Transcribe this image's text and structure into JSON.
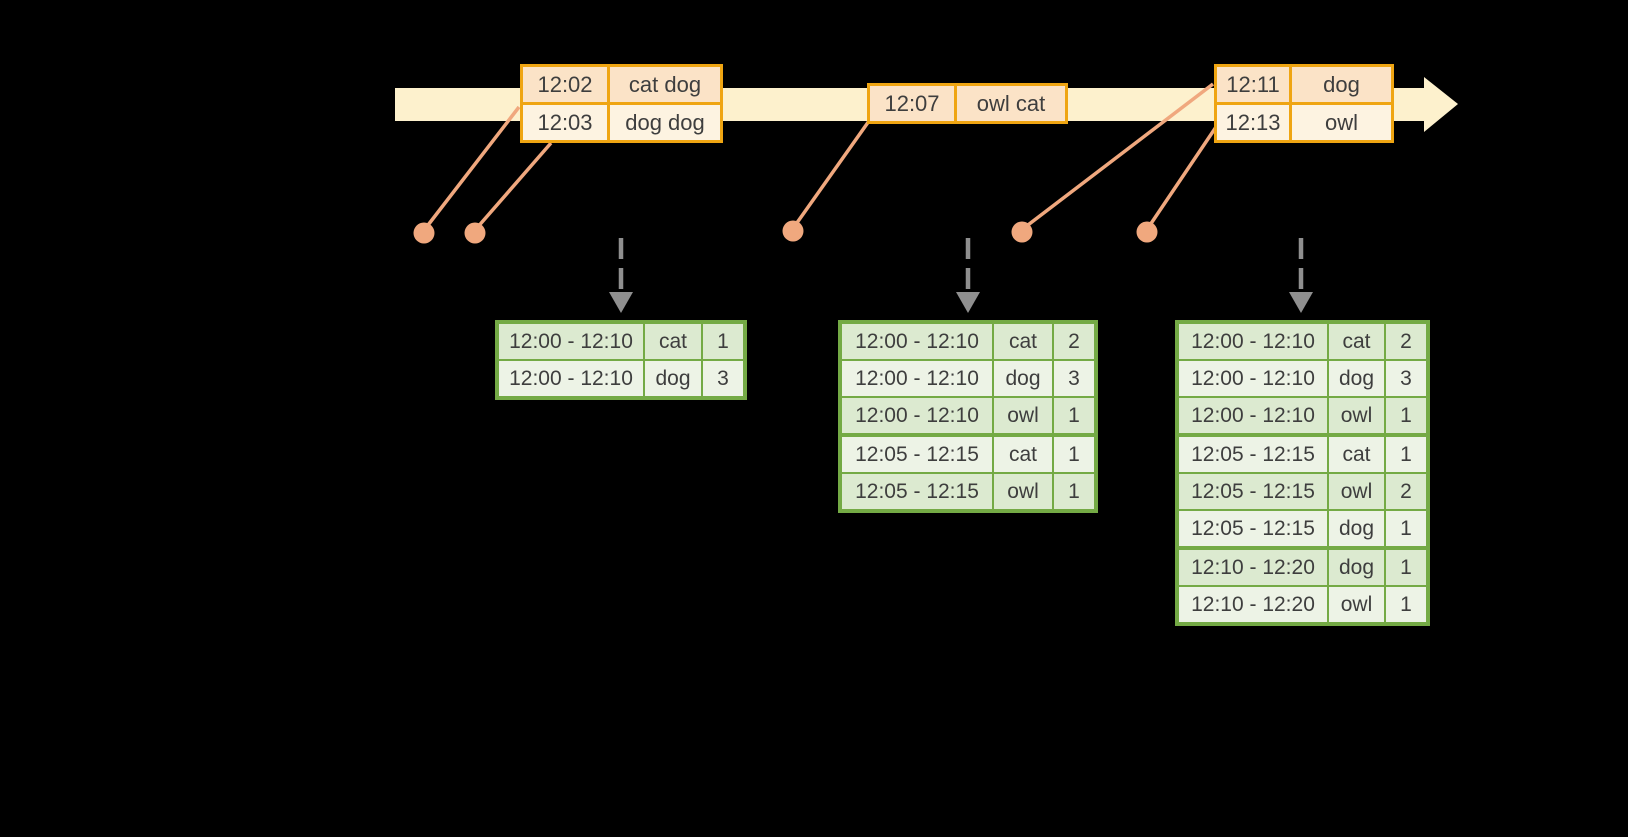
{
  "event_tables": [
    {
      "rows": [
        {
          "time": "12:02",
          "words": "cat dog"
        },
        {
          "time": "12:03",
          "words": "dog dog"
        }
      ]
    },
    {
      "rows": [
        {
          "time": "12:07",
          "words": "owl cat"
        }
      ]
    },
    {
      "rows": [
        {
          "time": "12:11",
          "words": "dog"
        },
        {
          "time": "12:13",
          "words": "owl"
        }
      ]
    }
  ],
  "result_tables": [
    {
      "rows": [
        {
          "window": "12:00 - 12:10",
          "word": "cat",
          "count": "1"
        },
        {
          "window": "12:00 - 12:10",
          "word": "dog",
          "count": "3"
        }
      ]
    },
    {
      "rows": [
        {
          "window": "12:00 - 12:10",
          "word": "cat",
          "count": "2"
        },
        {
          "window": "12:00 - 12:10",
          "word": "dog",
          "count": "3"
        },
        {
          "window": "12:00 - 12:10",
          "word": "owl",
          "count": "1"
        },
        {
          "window": "12:05 - 12:15",
          "word": "cat",
          "count": "1"
        },
        {
          "window": "12:05 - 12:15",
          "word": "owl",
          "count": "1"
        }
      ]
    },
    {
      "rows": [
        {
          "window": "12:00 - 12:10",
          "word": "cat",
          "count": "2"
        },
        {
          "window": "12:00 - 12:10",
          "word": "dog",
          "count": "3"
        },
        {
          "window": "12:00 - 12:10",
          "word": "owl",
          "count": "1"
        },
        {
          "window": "12:05 - 12:15",
          "word": "cat",
          "count": "1"
        },
        {
          "window": "12:05 - 12:15",
          "word": "owl",
          "count": "2"
        },
        {
          "window": "12:05 - 12:15",
          "word": "dog",
          "count": "1"
        },
        {
          "window": "12:10 - 12:20",
          "word": "dog",
          "count": "1"
        },
        {
          "window": "12:10 - 12:20",
          "word": "owl",
          "count": "1"
        }
      ]
    }
  ],
  "colors": {
    "background": "#000000",
    "timeline_band": "#fdf1cd",
    "event_table_border": "#efa512",
    "event_row_dark": "#fbe3c7",
    "event_row_light": "#fdf3e1",
    "connector_salmon": "#f0a87e",
    "result_table_border": "#74aa45",
    "result_row_dark": "#dcead0",
    "result_row_light": "#edf3e6",
    "trigger_arrow_gray": "#8f8f8f",
    "text": "#3e3e3e"
  }
}
